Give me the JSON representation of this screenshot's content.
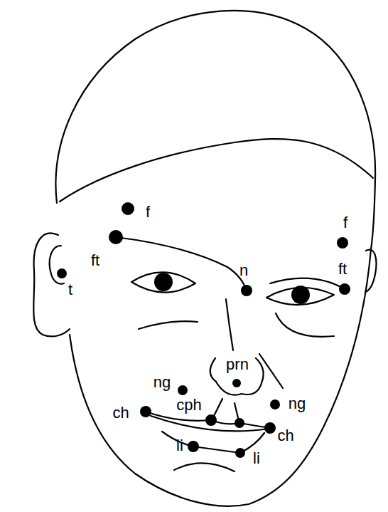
{
  "diagram": {
    "labels": [
      "f",
      "f",
      "ft",
      "ft",
      "t",
      "n",
      "prn",
      "ng",
      "ng",
      "ch",
      "cph",
      "ch",
      "li",
      "li"
    ]
  }
}
